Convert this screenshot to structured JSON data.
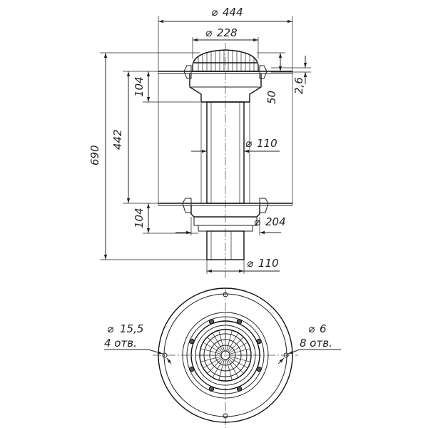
{
  "side_view": {
    "dim_flange_diameter": "444",
    "dim_grate_diameter": "228",
    "dim_pipe_diameter_top": "110",
    "dim_lower_flange_diameter": "204",
    "dim_pipe_diameter_bottom": "110",
    "dim_total_height": "690",
    "dim_pipe_length": "442",
    "dim_top_section": "104",
    "dim_bottom_section": "104",
    "dim_grate_offset": "50",
    "dim_membrane_thickness": "2,6",
    "diameter_symbol": "⌀"
  },
  "top_view": {
    "hole_large_diameter": "15,5",
    "hole_large_count": "4 отв.",
    "hole_small_diameter": "6",
    "hole_small_count": "8 отв.",
    "diameter_symbol": "⌀"
  }
}
